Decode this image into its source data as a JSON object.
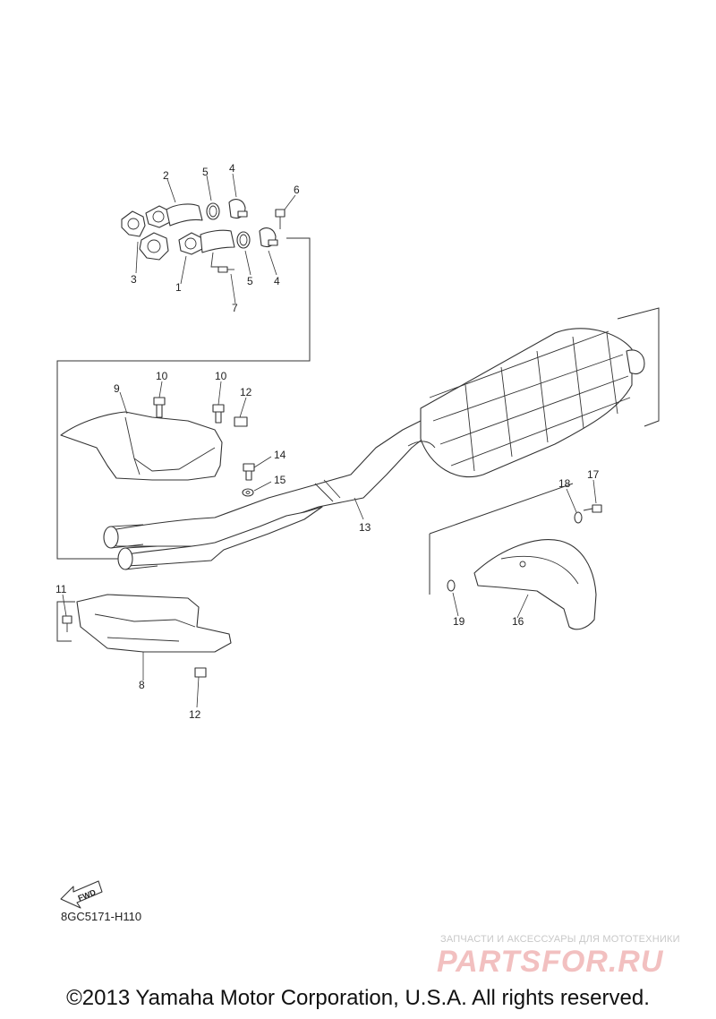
{
  "diagram": {
    "callouts": {
      "p1": "1",
      "p2": "2",
      "p3": "3",
      "p4a": "4",
      "p4b": "4",
      "p5a": "5",
      "p5b": "5",
      "p6": "6",
      "p7": "7",
      "p8": "8",
      "p9": "9",
      "p10a": "10",
      "p10b": "10",
      "p11": "11",
      "p12a": "12",
      "p12b": "12",
      "p13": "13",
      "p14": "14",
      "p15": "15",
      "p16": "16",
      "p17": "17",
      "p18": "18",
      "p19": "19"
    },
    "fwd_badge": "FWD",
    "drawing_code": "8GC5171-H110"
  },
  "watermark": {
    "tagline": "ЗАПЧАСТИ И АКСЕССУАРЫ ДЛЯ МОТОТЕХНИКИ",
    "logo": "PARTSFOR.RU"
  },
  "footer": {
    "copyright": "©2013 Yamaha Motor Corporation, U.S.A. All rights reserved."
  }
}
